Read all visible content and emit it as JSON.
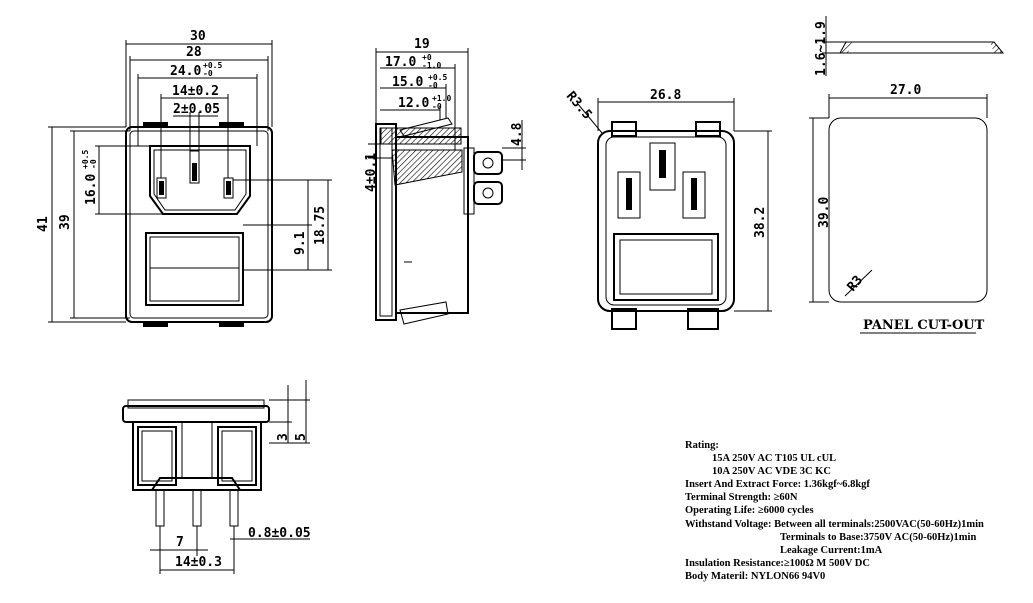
{
  "dims": {
    "front": {
      "w30": "30",
      "w28": "28",
      "w24": "24.0",
      "w24tol": "+0.5",
      "w24tol2": "-0",
      "w14": "14±0.2",
      "w2": "2±0.05",
      "h41": "41",
      "h39": "39",
      "h16": "16.0",
      "h16tol": "+0.5",
      "h16tol2": "-0",
      "h9": "9.1",
      "h18": "18.75"
    },
    "side": {
      "w19": "19",
      "w17": "17.0",
      "w17tol": "+0",
      "w17tol2": "-1.0",
      "w15": "15.0",
      "w15tol": "+0.5",
      "w15tol2": "-0",
      "w12": "12.0",
      "w12tol": "+1.0",
      "w12tol2": "-0",
      "h4": "4±0.1",
      "h48": "4.8"
    },
    "back": {
      "r": "R3.5",
      "w": "26.8",
      "h": "38.2"
    },
    "panel": {
      "t": "1.6~1.9",
      "w": "27.0",
      "h": "39.0",
      "r": "R3",
      "title": "PANEL CUT-OUT"
    },
    "bottom": {
      "h3": "3",
      "h5": "5",
      "w7": "7",
      "w14": "14±0.3",
      "pin": "0.8±0.05"
    }
  },
  "specs": [
    "Rating:",
    "15A 250V AC T105 UL cUL",
    "10A 250V AC VDE 3C KC",
    "Insert And Extract Force:  1.36kgf~6.8kgf",
    "Terminal Strength:  ≥60N",
    "Operating Life:  ≥6000 cycles",
    "Withstand Voltage: Between all terminals:2500VAC(50-60Hz)1min",
    "Terminals to Base:3750V AC(50-60Hz)1min",
    "Leakage Current:1mA",
    "Insulation Resistance:≥100Ω M  500V DC",
    "Body Materil:  NYLON66  94V0"
  ]
}
